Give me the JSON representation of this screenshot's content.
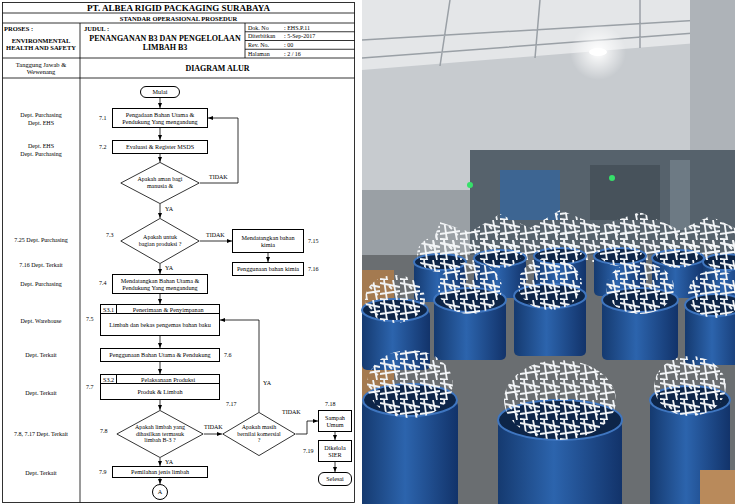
{
  "diagram": {
    "nodes": [
      {
        "text": [
          "Mulai"
        ]
      },
      {
        "text": [
          "Pengadaan Bahan Utama & Pendukung Yang mengandung"
        ]
      },
      {
        "text": [
          "Evaluasi & Register MSDS"
        ]
      },
      {
        "text": [
          "Apakah aman bagi manusia &"
        ]
      },
      {
        "text": [
          "Apakah untuk bagian produksi ?"
        ]
      },
      {
        "text": [
          "Mendatangkan bahan kimia"
        ]
      },
      {
        "text": [
          "Penggunaan bahan kimia"
        ]
      },
      {
        "text": [
          "Mendatangkan Bahan Utama & Pendukung Yang mengandung"
        ]
      },
      {
        "text": [
          "S3.1",
          "Penerimaan & Penyimpanan",
          "Limbah dan bekas pengemas bahan baku"
        ]
      },
      {
        "text": [
          "Penggunaan Bahan Utama & Pendukung"
        ]
      },
      {
        "text": [
          "S3.2",
          "Pelaksanaan Produksi",
          "Produk & Limbah"
        ]
      },
      {
        "text": [
          "Apakah limbah yang dihasilkan termasuk limbah B-3 ?"
        ]
      },
      {
        "text": [
          "Apakah masih bernilai komersial ?"
        ]
      },
      {
        "text": [
          "Sampah Umum"
        ]
      },
      {
        "text": [
          "Dikelola SIER"
        ]
      },
      {
        "text": [
          "Selesai"
        ]
      },
      {
        "text": [
          "Pemilahan jenis limbah"
        ]
      },
      {
        "text": [
          "A"
        ]
      }
    ],
    "edges": [
      {
        "from": 0,
        "to": 1,
        "arrow": "to"
      },
      {
        "from": 1,
        "to": 2,
        "arrow": "to"
      },
      {
        "from": 2,
        "to": 3,
        "arrow": "to"
      },
      {
        "from": 3,
        "to": 1,
        "arrow": "to",
        "label": "TIDAK"
      },
      {
        "from": 3,
        "to": 4,
        "arrow": "to",
        "label": "YA"
      },
      {
        "from": 4,
        "to": 5,
        "arrow": "to",
        "label": "TIDAK"
      },
      {
        "from": 5,
        "to": 6,
        "arrow": "to"
      },
      {
        "from": 4,
        "to": 7,
        "arrow": "to",
        "label": "YA"
      },
      {
        "from": 7,
        "to": 8,
        "arrow": "to"
      },
      {
        "from": 8,
        "to": 9,
        "arrow": "to"
      },
      {
        "from": 9,
        "to": 10,
        "arrow": "to"
      },
      {
        "from": 10,
        "to": 11,
        "arrow": "to"
      },
      {
        "from": 11,
        "to": 12,
        "arrow": "to",
        "label": "TIDAK"
      },
      {
        "from": 11,
        "to": 16,
        "arrow": "to",
        "label": "YA"
      },
      {
        "from": 12,
        "to": 8,
        "arrow": "to",
        "label": "YA"
      },
      {
        "from": 12,
        "to": 13,
        "arrow": "to",
        "label": "TIDAK"
      },
      {
        "from": 13,
        "to": 14,
        "arrow": "to"
      },
      {
        "from": 14,
        "to": 15,
        "arrow": "to"
      },
      {
        "from": 16,
        "to": 17,
        "arrow": "to"
      }
    ],
    "labels": [
      "PT. ALBEA RIGID PACKAGING SURABAYA",
      "STANDAR OPERASIONAL PROSEDUR",
      "PROSES :",
      "ENVIRONMENTAL HEALTH AND SAFETY",
      "JUDUL :",
      "PENANGANAN B3 DAN PENGELOLAAN LIMBAH B3",
      "Dok. No",
      ": EHS.P.11",
      "Diterbitkan",
      ": 5-Sep-2017",
      "Rev. No.",
      ": 00",
      "Halaman",
      ": 2 / 16",
      "Tanggung Jawab & Wewenang",
      "DIAGRAM ALUR",
      "Dept. Purchasing",
      "Dept. EHS",
      "Dept. EHS",
      "Dept. Purchasing",
      "7.25 Dept. Purchasing",
      "7.16 Dept. Terkait",
      "Dept. Purchasing",
      "Dept. Warehouse",
      "Dept. Terkait",
      "Dept. Terkait",
      "7.8, 7.17 Dept. Terkait",
      "Dept. Terkait",
      "7.1",
      "7.2",
      "7.3",
      "7.4",
      "7.5",
      "7.6",
      "7.7",
      "7.8",
      "7.9",
      "7.15",
      "7.16",
      "7.17",
      "7.18",
      "7.19"
    ]
  }
}
